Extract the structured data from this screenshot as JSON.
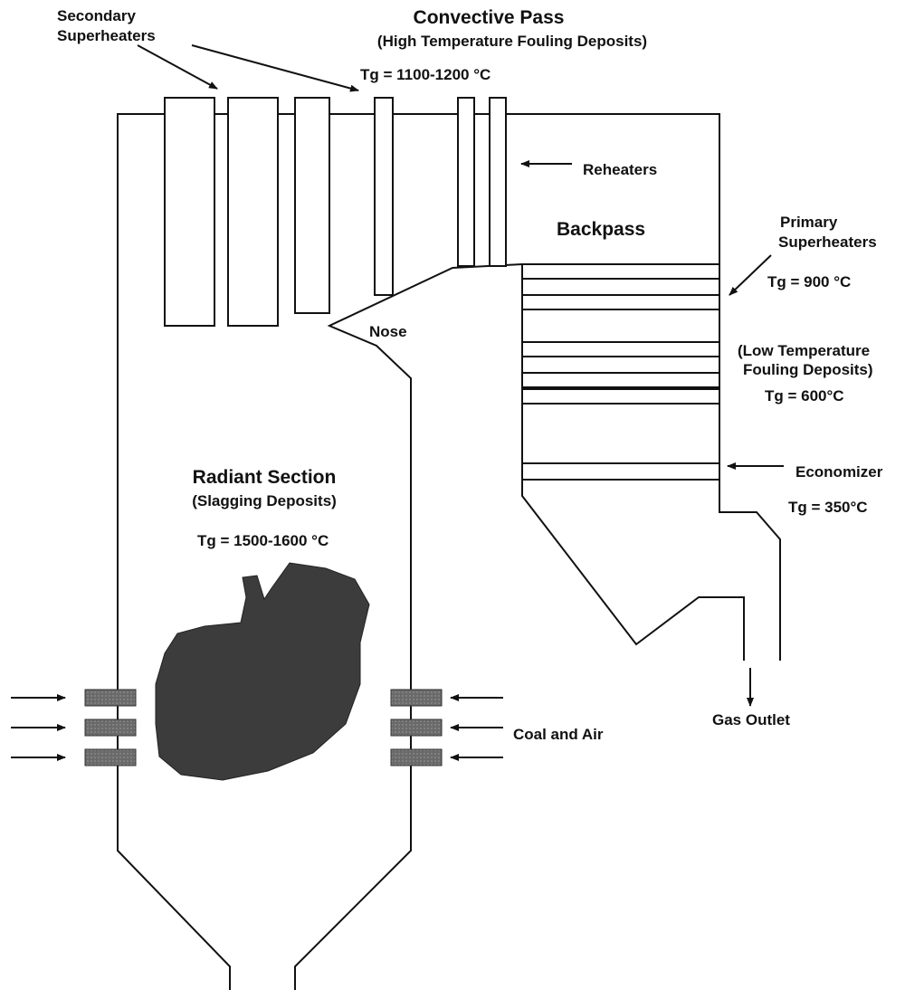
{
  "colors": {
    "line": "#111111",
    "burner": "#6a6a6a",
    "flame": "#3c3c3c",
    "background": "#ffffff"
  },
  "labels": {
    "secondary_superheaters_line1": "Secondary",
    "secondary_superheaters_line2": "Superheaters",
    "convective_pass": "Convective Pass",
    "high_temp_fouling": "(High Temperature Fouling Deposits)",
    "tg_convective": "Tg = 1100-1200 °C",
    "reheaters": "Reheaters",
    "backpass": "Backpass",
    "primary_superheaters_line1": "Primary",
    "primary_superheaters_line2": "Superheaters",
    "tg_primary": "Tg = 900 °C",
    "nose": "Nose",
    "low_temp_fouling_line1": "(Low Temperature",
    "low_temp_fouling_line2": "Fouling Deposits)",
    "tg_low_temp": "Tg = 600°C",
    "economizer": "Economizer",
    "tg_economizer": "Tg = 350°C",
    "radiant_section": "Radiant Section",
    "slagging_deposits": "(Slagging Deposits)",
    "tg_radiant": "Tg = 1500-1600 °C",
    "gas_outlet": "Gas Outlet",
    "coal_and_air": "Coal and Air"
  }
}
